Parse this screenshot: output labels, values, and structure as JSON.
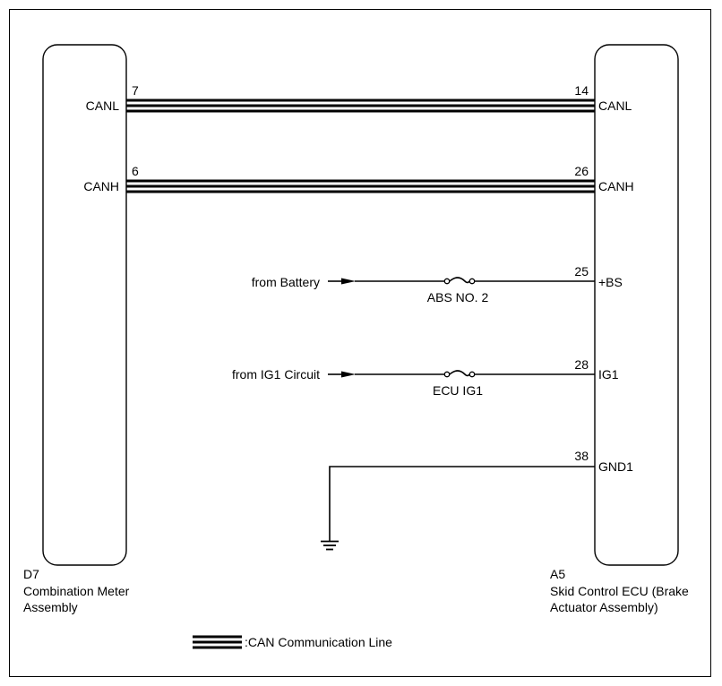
{
  "left_unit": {
    "code": "D7",
    "name_line1": "Combination Meter",
    "name_line2": "Assembly",
    "pins": [
      {
        "num": "7",
        "label": "CANL"
      },
      {
        "num": "6",
        "label": "CANH"
      }
    ]
  },
  "right_unit": {
    "code": "A5",
    "name_line1": "Skid Control ECU (Brake",
    "name_line2": "Actuator Assembly)",
    "pins": [
      {
        "num": "14",
        "label": "CANL"
      },
      {
        "num": "26",
        "label": "CANH"
      },
      {
        "num": "25",
        "label": "+BS"
      },
      {
        "num": "28",
        "label": "IG1"
      },
      {
        "num": "38",
        "label": "GND1"
      }
    ]
  },
  "sources": {
    "battery": "from Battery",
    "ig1": "from IG1 Circuit"
  },
  "fuses": {
    "abs": "ABS NO. 2",
    "ecu": "ECU IG1"
  },
  "legend": {
    "can_line": ":CAN Communication Line"
  }
}
